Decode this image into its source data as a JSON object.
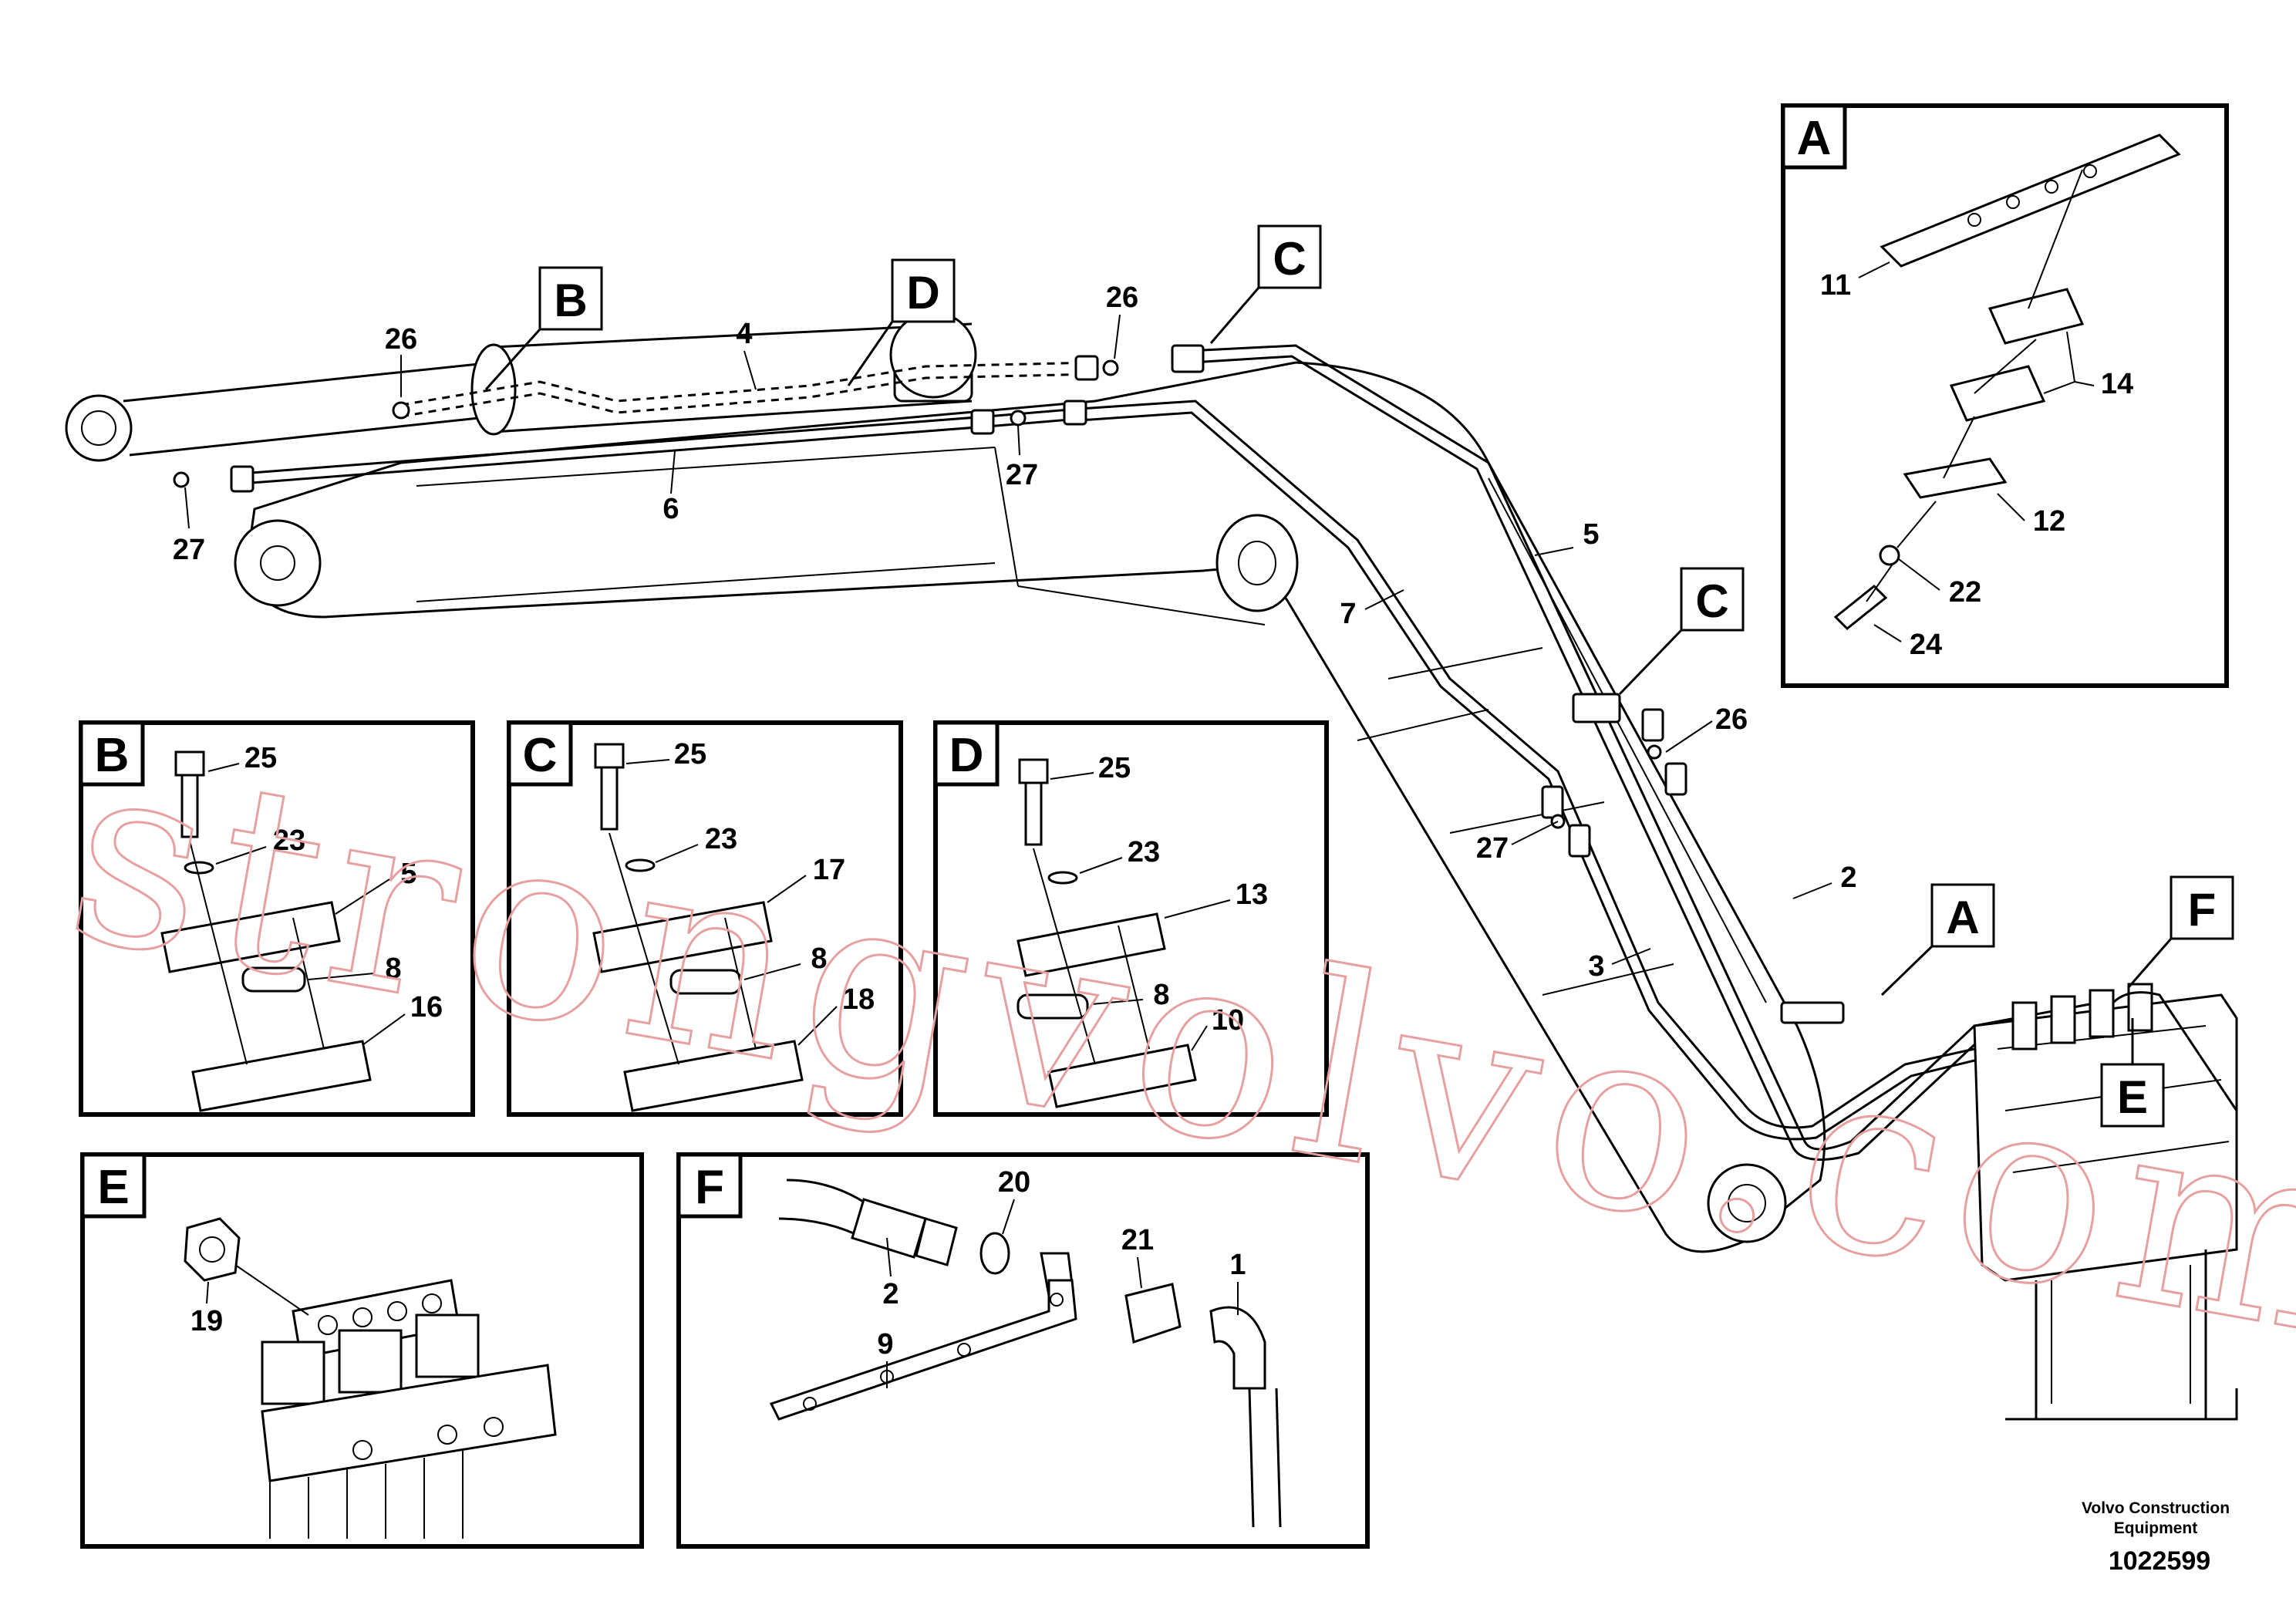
{
  "watermark": "strongvolvo.com",
  "footer": {
    "company_line1": "Volvo Construction",
    "company_line2": "Equipment",
    "drawing_number": "1022599"
  },
  "callouts": {
    "A": "A",
    "B": "B",
    "C": "C",
    "D": "D",
    "E": "E",
    "F": "F"
  },
  "main_labels": {
    "n1": "26",
    "n2": "4",
    "n3": "27",
    "n4": "6",
    "n5": "26",
    "n6": "27",
    "n7": "5",
    "n8": "7",
    "n9": "26",
    "n10": "27",
    "n11": "2",
    "n12": "3"
  },
  "detail_A": {
    "title": "A",
    "labels": {
      "a11": "11",
      "a14": "14",
      "a12": "12",
      "a22": "22",
      "a24": "24"
    }
  },
  "detail_B": {
    "title": "B",
    "labels": {
      "b25": "25",
      "b23": "23",
      "b5": "5",
      "b8": "8",
      "b16": "16"
    }
  },
  "detail_C": {
    "title": "C",
    "labels": {
      "c25": "25",
      "c23": "23",
      "c17": "17",
      "c8": "8",
      "c18": "18"
    }
  },
  "detail_D": {
    "title": "D",
    "labels": {
      "d25": "25",
      "d23": "23",
      "d13": "13",
      "d8": "8",
      "d10": "10"
    }
  },
  "detail_E": {
    "title": "E",
    "labels": {
      "e19": "19"
    }
  },
  "detail_F": {
    "title": "F",
    "labels": {
      "f20": "20",
      "f21": "21",
      "f1": "1",
      "f2": "2",
      "f9": "9"
    }
  }
}
